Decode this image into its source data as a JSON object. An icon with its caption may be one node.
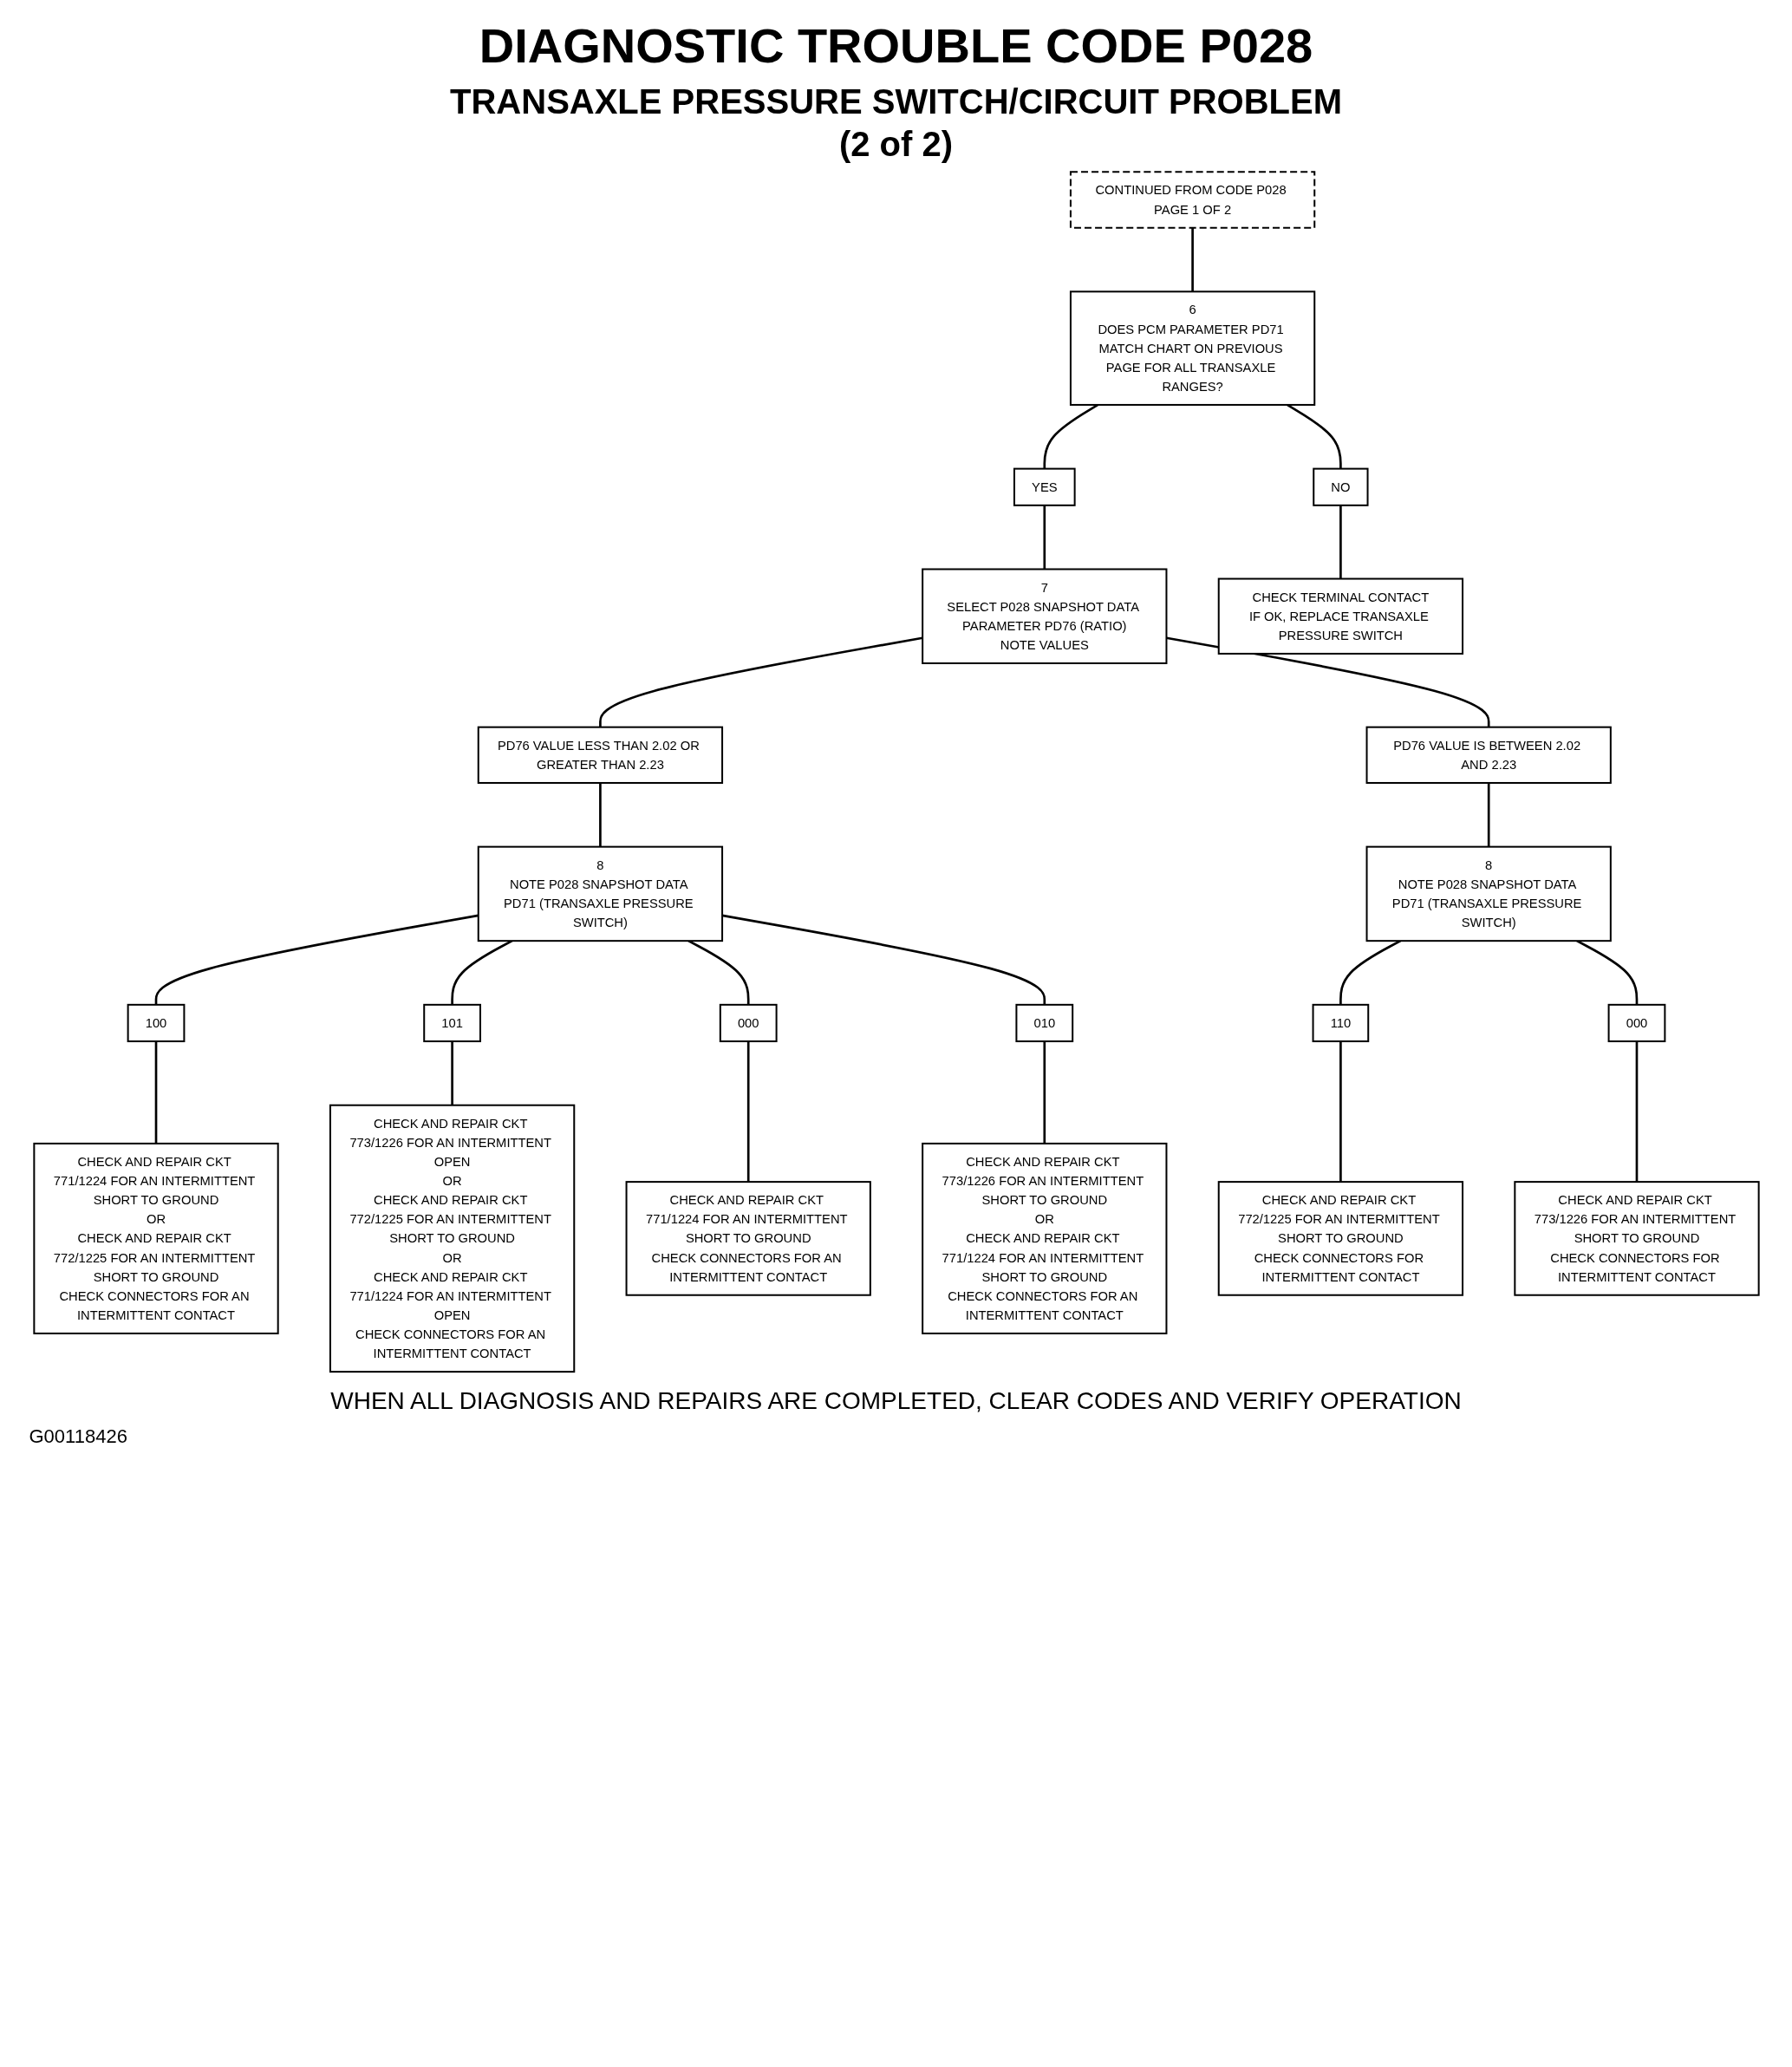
{
  "diagram": {
    "title": "DIAGNOSTIC TROUBLE CODE P028",
    "nodes": [
      {
        "text": [
          "CONTINUED FROM CODE P028 PAGE 1 OF 2"
        ]
      },
      {
        "text": [
          "6",
          "DOES PCM PARAMETER PD71 MATCH CHART ON PREVIOUS PAGE FOR ALL TRANSAXLE RANGES?"
        ]
      },
      {
        "text": [
          "YES"
        ]
      },
      {
        "text": [
          "NO"
        ]
      },
      {
        "text": [
          "7",
          "SELECT P028 SNAPSHOT DATA PARAMETER PD76 (RATIO)",
          "NOTE VALUES"
        ]
      },
      {
        "text": [
          "CHECK TERMINAL CONTACT",
          "IF OK, REPLACE TRANSAXLE PRESSURE SWITCH"
        ]
      },
      {
        "text": [
          "PD76 VALUE LESS THAN 2.02 OR GREATER THAN 2.23"
        ]
      },
      {
        "text": [
          "PD76 VALUE IS BETWEEN 2.02 AND 2.23"
        ]
      },
      {
        "text": [
          "8",
          "NOTE P028 SNAPSHOT DATA PD71 (TRANSAXLE PRESSURE SWITCH)"
        ]
      },
      {
        "text": [
          "8",
          "NOTE P028 SNAPSHOT DATA PD71 (TRANSAXLE PRESSURE SWITCH)"
        ]
      },
      {
        "text": [
          "110"
        ]
      },
      {
        "text": [
          "000"
        ]
      },
      {
        "text": [
          "CHECK AND REPAIR CKT 772/1225 FOR AN INTERMITTENT SHORT TO GROUND",
          "CHECK CONNECTORS FOR INTERMITTENT CONTACT"
        ]
      },
      {
        "text": [
          "CHECK AND REPAIR CKT 773/1226 FOR AN INTERMITTENT SHORT TO GROUND",
          "CHECK CONNECTORS FOR INTERMITTENT CONTACT"
        ]
      },
      {
        "text": [
          "100"
        ]
      },
      {
        "text": [
          "101"
        ]
      },
      {
        "text": [
          "000"
        ]
      },
      {
        "text": [
          "010"
        ]
      },
      {
        "text": [
          "CHECK AND REPAIR CKT 771/1224 FOR AN INTERMITTENT SHORT TO GROUND",
          "OR",
          "CHECK AND REPAIR CKT 772/1225 FOR AN INTERMITTENT SHORT TO GROUND",
          "CHECK CONNECTORS FOR AN INTERMITTENT CONTACT"
        ]
      },
      {
        "text": [
          "CHECK AND REPAIR CKT 773/1226 FOR AN INTERMITTENT OPEN",
          "OR",
          "CHECK AND REPAIR CKT 772/1225 FOR AN INTERMITTENT SHORT TO GROUND",
          "OR",
          "CHECK AND REPAIR CKT 771/1224 FOR AN INTERMITTENT OPEN",
          "CHECK CONNECTORS FOR AN INTERMITTENT CONTACT"
        ]
      },
      {
        "text": [
          "CHECK AND REPAIR CKT 771/1224 FOR AN INTERMITTENT SHORT TO GROUND",
          "CHECK CONNECTORS FOR AN INTERMITTENT CONTACT"
        ]
      },
      {
        "text": [
          "CHECK AND REPAIR CKT 773/1226 FOR AN INTERMITTENT SHORT TO GROUND",
          "OR",
          "CHECK AND REPAIR CKT 771/1224 FOR AN INTERMITTENT SHORT TO GROUND",
          "CHECK CONNECTORS FOR AN INTERMITTENT CONTACT"
        ]
      }
    ],
    "edges": [
      {
        "from": 0,
        "to": 1,
        "arrow": "none"
      },
      {
        "from": 1,
        "to": 2,
        "arrow": "none"
      },
      {
        "from": 1,
        "to": 3,
        "arrow": "none"
      },
      {
        "from": 2,
        "to": 4,
        "arrow": "none"
      },
      {
        "from": 3,
        "to": 5,
        "arrow": "none"
      },
      {
        "from": 4,
        "to": 6,
        "arrow": "none"
      },
      {
        "from": 4,
        "to": 7,
        "arrow": "none"
      },
      {
        "from": 6,
        "to": 8,
        "arrow": "none"
      },
      {
        "from": 7,
        "to": 9,
        "arrow": "none"
      },
      {
        "from": 9,
        "to": 10,
        "arrow": "none"
      },
      {
        "from": 9,
        "to": 11,
        "arrow": "none"
      },
      {
        "from": 10,
        "to": 12,
        "arrow": "none"
      },
      {
        "from": 11,
        "to": 13,
        "arrow": "none"
      },
      {
        "from": 8,
        "to": 14,
        "arrow": "none"
      },
      {
        "from": 8,
        "to": 15,
        "arrow": "none"
      },
      {
        "from": 8,
        "to": 16,
        "arrow": "none"
      },
      {
        "from": 8,
        "to": 17,
        "arrow": "none"
      },
      {
        "from": 14,
        "to": 18,
        "arrow": "none"
      },
      {
        "from": 15,
        "to": 19,
        "arrow": "none"
      },
      {
        "from": 16,
        "to": 20,
        "arrow": "none"
      },
      {
        "from": 17,
        "to": 21,
        "arrow": "none"
      }
    ],
    "labels": [
      "TRANSAXLE PRESSURE SWITCH/CIRCUIT PROBLEM",
      "(2 of 2)",
      "WHEN ALL DIAGNOSIS AND REPAIRS ARE COMPLETED, CLEAR CODES AND VERIFY OPERATION",
      "G00118426"
    ]
  }
}
